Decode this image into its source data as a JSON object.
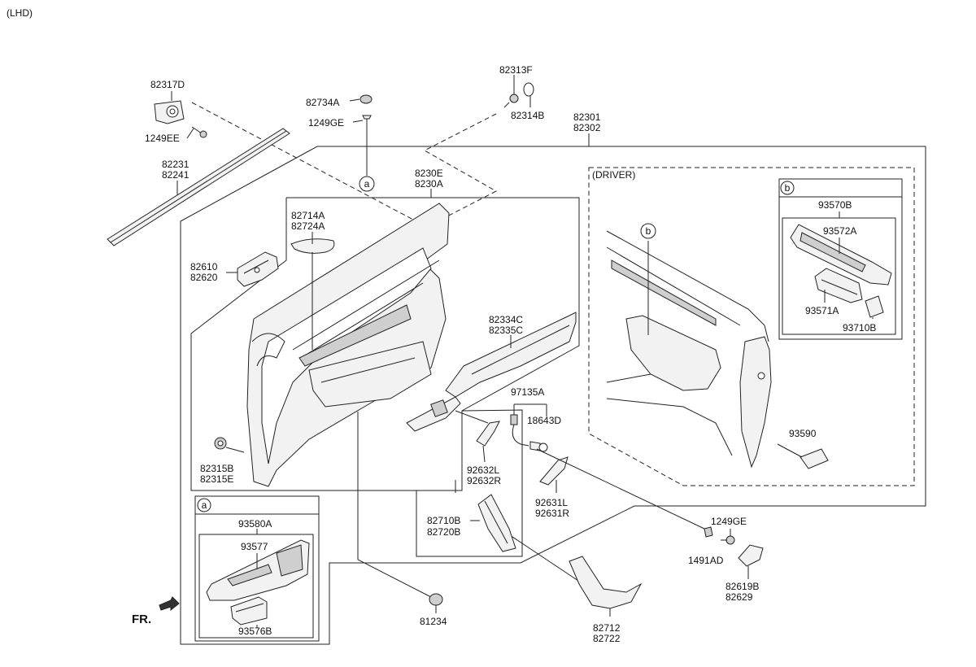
{
  "header": {
    "variant": "(LHD)"
  },
  "front_indicator": "FR.",
  "circle_markers": {
    "a": "a",
    "b": "b"
  },
  "groups": {
    "driver": "(DRIVER)"
  },
  "callouts": {
    "c82317D": "82317D",
    "c1249EE": "1249EE",
    "c82231": "82231",
    "c82241": "82241",
    "c82734A": "82734A",
    "c1249GE_top": "1249GE",
    "c82313F": "82313F",
    "c82314B": "82314B",
    "c82301": "82301",
    "c82302": "82302",
    "c8230E": "8230E",
    "c8230A": "8230A",
    "c82714A": "82714A",
    "c82724A": "82724A",
    "c82610": "82610",
    "c82620": "82620",
    "c82334C": "82334C",
    "c82335C": "82335C",
    "c97135A": "97135A",
    "c18643D": "18643D",
    "c92632L": "92632L",
    "c92632R": "92632R",
    "c92631L": "92631L",
    "c92631R": "92631R",
    "c82315B": "82315B",
    "c82315E": "82315E",
    "c93580A": "93580A",
    "c93577": "93577",
    "c93576B": "93576B",
    "c82710B": "82710B",
    "c82720B": "82720B",
    "c81234": "81234",
    "c82712": "82712",
    "c82722": "82722",
    "c1249GE_bot": "1249GE",
    "c1491AD": "1491AD",
    "c82619B": "82619B",
    "c82629": "82629",
    "c93590": "93590",
    "c93570B": "93570B",
    "c93572A": "93572A",
    "c93571A": "93571A",
    "c93710B": "93710B"
  }
}
